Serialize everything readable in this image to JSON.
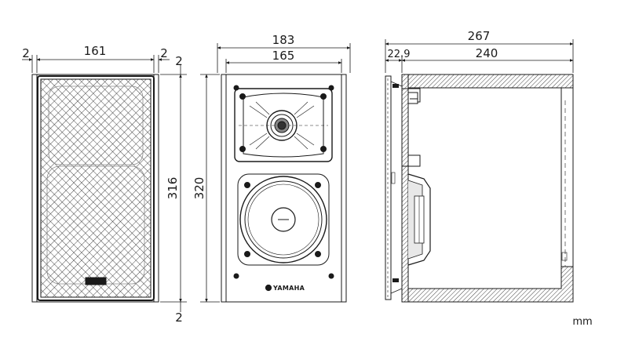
{
  "diagram": {
    "units": "mm",
    "brand": "YAMAHA",
    "front_grille_view": {
      "width_label": "161",
      "left_margin_label": "2",
      "right_margin_label": "2",
      "top_margin_label": "2",
      "bottom_margin_label": "2",
      "height_label": "316"
    },
    "front_baffle_view": {
      "outer_width_label": "183",
      "baffle_width_label": "165",
      "height_label": "320"
    },
    "side_section_view": {
      "total_depth_label": "267",
      "grille_depth_label": "22.9",
      "cabinet_depth_label": "240"
    }
  },
  "colors": {
    "line": "#1a1a1a",
    "hatch": "#555555",
    "background": "#ffffff"
  }
}
